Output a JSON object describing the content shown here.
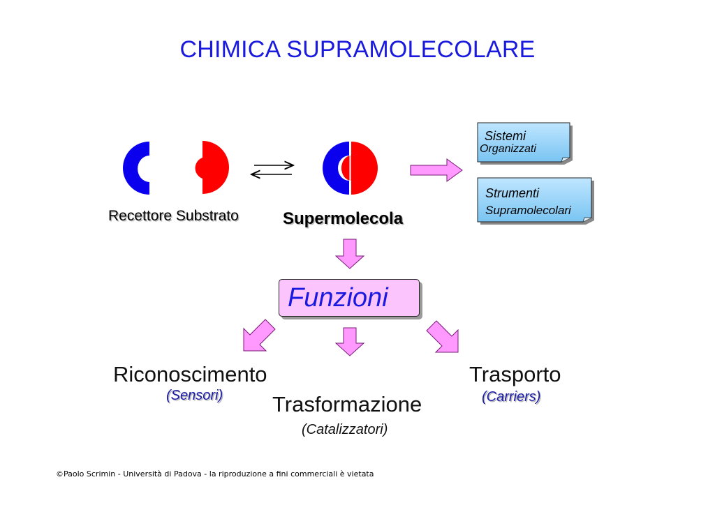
{
  "title": "CHIMICA SUPRAMOLECOLARE",
  "labels": {
    "recettore_substrato": "Recettore Substrato",
    "supermolecola": "Supermolecola"
  },
  "callouts": {
    "sistemi_line1": "Sistemi",
    "sistemi_line2": "Organizzati",
    "strumenti_line1": "Strumenti",
    "strumenti_line2": "Supramolecolari"
  },
  "center": {
    "funzioni": "Funzioni"
  },
  "functions": {
    "riconoscimento": "Riconoscimento",
    "riconoscimento_sub": "(Sensori)",
    "trasformazione": "Trasformazione",
    "trasformazione_sub": "(Catalizzatori)",
    "trasporto": "Trasporto",
    "trasporto_sub": "(Carriers)"
  },
  "footer": "©Paolo Scrimin - Università di Padova - la riproduzione a fini commerciali è vietata",
  "colors": {
    "receptor": "#0a00ee",
    "substrate": "#ff0000",
    "arrow_fill": "#ff99ff",
    "callout_fill": "#9fd8fa",
    "title": "#1a1adf"
  }
}
